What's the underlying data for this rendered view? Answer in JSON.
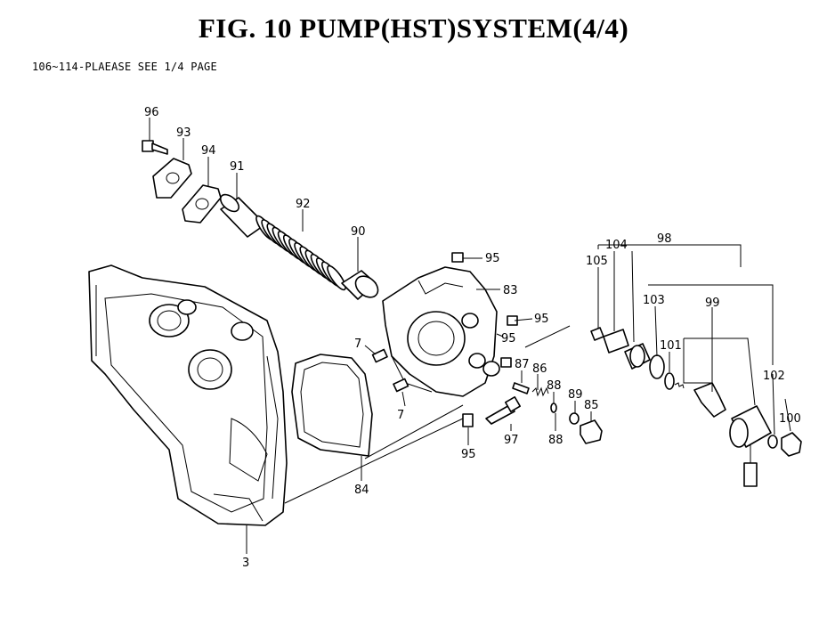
{
  "title": "FIG. 10  PUMP(HST)SYSTEM(4/4)",
  "note": "106~114-PLAEASE SEE 1/4 PAGE",
  "callouts": [
    "96",
    "93",
    "94",
    "91",
    "92",
    "90",
    "95",
    "83",
    "95",
    "95",
    "7",
    "7",
    "87",
    "86",
    "88",
    "88",
    "89",
    "85",
    "97",
    "95",
    "84",
    "3",
    "98",
    "104",
    "105",
    "103",
    "99",
    "101",
    "102",
    "100"
  ]
}
